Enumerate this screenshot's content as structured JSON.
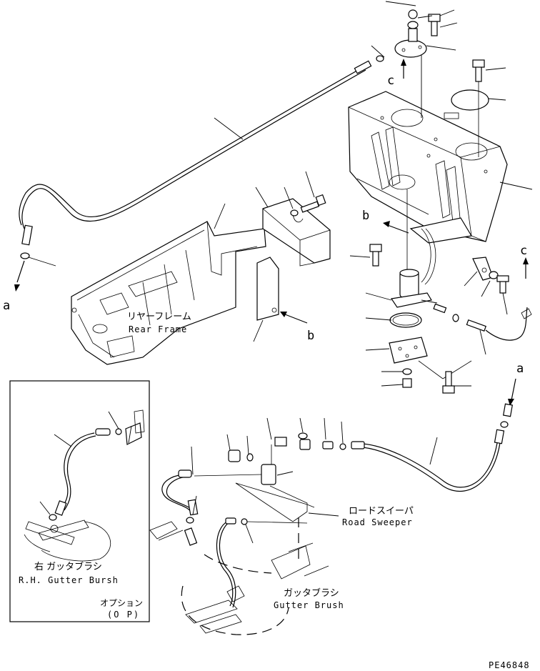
{
  "labels": {
    "rear_frame_jp": "リヤーフレーム",
    "rear_frame_en": "Rear Frame",
    "road_sweeper_jp": "ロードスイーパ",
    "road_sweeper_en": "Road Sweeper",
    "gutter_brush_jp": "ガッタブラシ",
    "gutter_brush_en": "Gutter Brush",
    "rh_gutter_jp": "右 ガッタブラシ",
    "rh_gutter_en": "R.H. Gutter Bursh",
    "option_jp": "オプション",
    "option_en": "(O P)",
    "drawing_no": "PE46848"
  },
  "refs": {
    "a_left": "a",
    "a_right": "a",
    "b_upper": "b",
    "b_lower": "b",
    "c_upper": "c",
    "c_right": "c"
  }
}
